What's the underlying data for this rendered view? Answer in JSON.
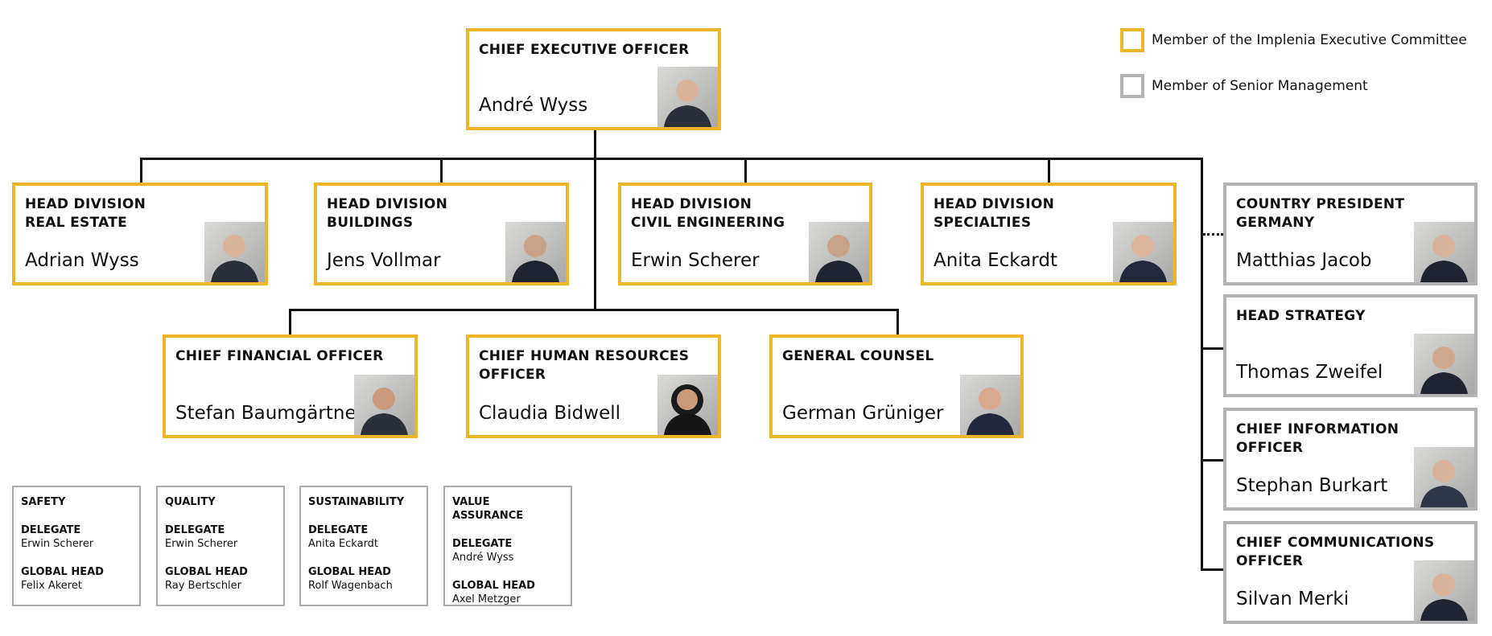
{
  "legend": [
    {
      "label": "Member of the Implenia Executive Committee",
      "color": "#f0b429"
    },
    {
      "label": "Member of Senior Management",
      "color": "#b3b3b3"
    }
  ],
  "ceo": {
    "role": "CHIEF EXECUTIVE OFFICER",
    "name": "André Wyss"
  },
  "divisions": [
    {
      "role": "HEAD DIVISION\nREAL ESTATE",
      "name": "Adrian Wyss"
    },
    {
      "role": "HEAD DIVISION\nBUILDINGS",
      "name": "Jens Vollmar"
    },
    {
      "role": "HEAD DIVISION\nCIVIL ENGINEERING",
      "name": "Erwin Scherer"
    },
    {
      "role": "HEAD DIVISION\nSPECIALTIES",
      "name": "Anita Eckardt"
    }
  ],
  "functions": [
    {
      "role": "CHIEF FINANCIAL OFFICER",
      "name": "Stefan Baumgärtner"
    },
    {
      "role": "CHIEF HUMAN RESOURCES\nOFFICER",
      "name": "Claudia Bidwell"
    },
    {
      "role": "GENERAL COUNSEL",
      "name": "German Grüniger"
    }
  ],
  "senior": [
    {
      "role": "COUNTRY PRESIDENT\nGERMANY",
      "name": "Matthias Jacob"
    },
    {
      "role": "HEAD STRATEGY",
      "name": "Thomas Zweifel"
    },
    {
      "role": "CHIEF INFORMATION\nOFFICER",
      "name": "Stephan Burkart"
    },
    {
      "role": "CHIEF COMMUNICATIONS\nOFFICER",
      "name": "Silvan Merki"
    }
  ],
  "committees": [
    {
      "title": "SAFETY",
      "delegate_label": "DELEGATE",
      "delegate": "Erwin Scherer",
      "head_label": "GLOBAL HEAD",
      "head": "Felix Akeret"
    },
    {
      "title": "QUALITY",
      "delegate_label": "DELEGATE",
      "delegate": "Erwin Scherer",
      "head_label": "GLOBAL HEAD",
      "head": "Ray Bertschler"
    },
    {
      "title": "SUSTAINABILITY",
      "delegate_label": "DELEGATE",
      "delegate": "Anita Eckardt",
      "head_label": "GLOBAL HEAD",
      "head": "Rolf Wagenbach"
    },
    {
      "title": "VALUE ASSURANCE",
      "delegate_label": "DELEGATE",
      "delegate": "André Wyss",
      "head_label": "GLOBAL HEAD",
      "head": "Axel Metzger"
    }
  ]
}
